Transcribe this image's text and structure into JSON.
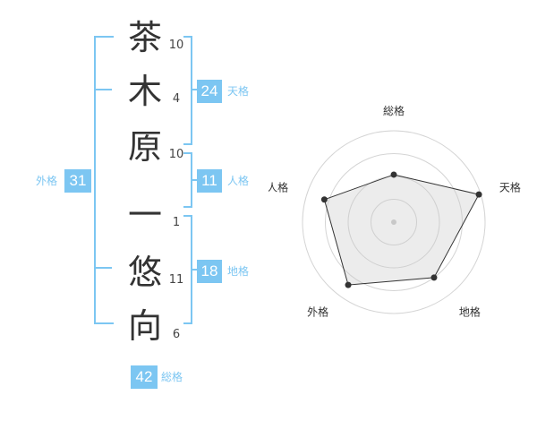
{
  "name_chars": [
    {
      "char": "茶",
      "strokes": "10"
    },
    {
      "char": "木",
      "strokes": "4"
    },
    {
      "char": "原",
      "strokes": "10"
    },
    {
      "char": "一",
      "strokes": "1"
    },
    {
      "char": "悠",
      "strokes": "11"
    },
    {
      "char": "向",
      "strokes": "6"
    }
  ],
  "fortune": {
    "tenkaku": {
      "value": "24",
      "label": "天格"
    },
    "jinkaku": {
      "value": "11",
      "label": "人格"
    },
    "chikaku": {
      "value": "18",
      "label": "地格"
    },
    "gaikaku": {
      "value": "31",
      "label": "外格"
    },
    "soukaku": {
      "value": "42",
      "label": "総格"
    }
  },
  "accent_color": "#7cc6f2",
  "chart_data": {
    "type": "radar",
    "axes": [
      "総格",
      "天格",
      "地格",
      "外格",
      "人格"
    ],
    "values": [
      0.52,
      0.98,
      0.75,
      0.85,
      0.8
    ],
    "rings": 4,
    "grid": true
  }
}
